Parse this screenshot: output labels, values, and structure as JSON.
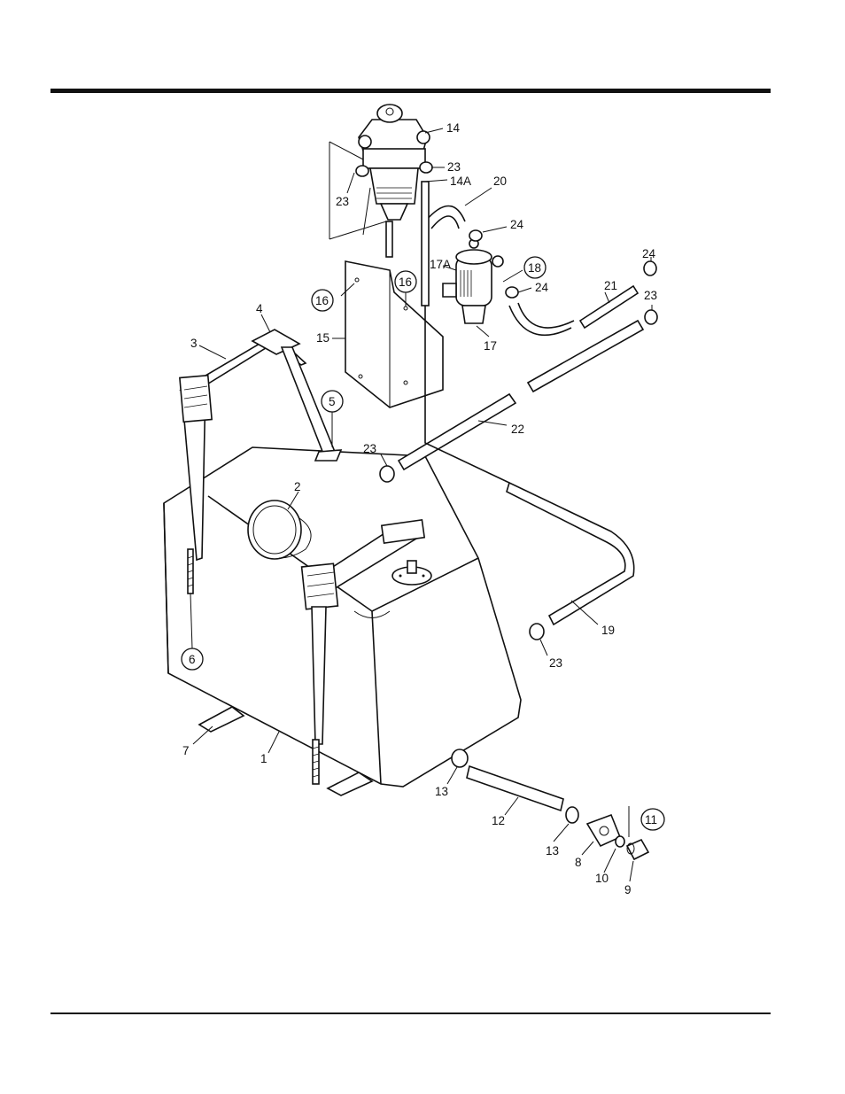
{
  "callouts": [
    {
      "text": "14"
    },
    {
      "text": "23"
    },
    {
      "text": "14A"
    },
    {
      "text": "23"
    },
    {
      "text": "20"
    },
    {
      "text": "24"
    },
    {
      "text": "17A"
    },
    {
      "text": "18"
    },
    {
      "text": "24"
    },
    {
      "text": "21"
    },
    {
      "text": "24"
    },
    {
      "text": "23"
    },
    {
      "text": "16"
    },
    {
      "text": "16"
    },
    {
      "text": "15"
    },
    {
      "text": "17"
    },
    {
      "text": "4"
    },
    {
      "text": "3"
    },
    {
      "text": "5"
    },
    {
      "text": "22"
    },
    {
      "text": "23"
    },
    {
      "text": "2"
    },
    {
      "text": "6"
    },
    {
      "text": "19"
    },
    {
      "text": "23"
    },
    {
      "text": "7"
    },
    {
      "text": "1"
    },
    {
      "text": "13"
    },
    {
      "text": "12"
    },
    {
      "text": "13"
    },
    {
      "text": "8"
    },
    {
      "text": "10"
    },
    {
      "text": "9"
    },
    {
      "text": "11"
    }
  ]
}
